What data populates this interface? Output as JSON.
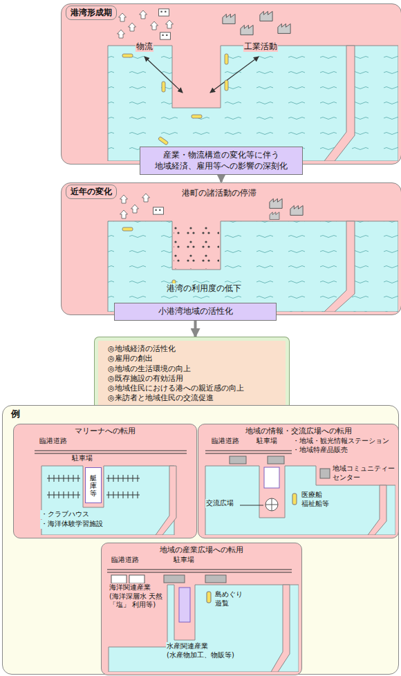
{
  "diagram": {
    "nodes": [
      {
        "text": [
          "港湾形成期"
        ]
      },
      {
        "text": [
          "産業・物流構造の変化等に伴う 地域経済、雇用等への影響の深刻化"
        ]
      },
      {
        "text": [
          "近年の変化"
        ]
      },
      {
        "text": [
          "小港湾地域の活性化"
        ]
      },
      {
        "text": [
          "◎地域経済の活性化",
          "◎雇用の創出",
          "◎地域の生活環境の向上",
          "◎既存施設の有効活用",
          "◎地域住民における港への親近感の向上",
          "◎来訪者と地域住民の交流促進"
        ]
      },
      {
        "text": [
          "例"
        ]
      },
      {
        "text": [
          "マリーナへの転用"
        ],
        "in": 5
      },
      {
        "text": [
          "艇庫等"
        ],
        "in": 6
      },
      {
        "text": [
          "地域の情報・交流広場への転用"
        ],
        "in": 5
      },
      {
        "text": [
          "地域の産業広場への転用"
        ],
        "in": 5
      }
    ],
    "edges": [
      {
        "from": 1,
        "to": 2,
        "arrow": "to"
      },
      {
        "from": 3,
        "to": 4,
        "arrow": "to"
      }
    ],
    "labels": [
      "物流",
      "工業活動",
      "港町の諸活動の停滞",
      "港湾の利用度の低下",
      "臨港道路",
      "駐車場",
      "・クラブハウス",
      "・海洋体験学習施設",
      "臨港道路",
      "駐車場",
      "・地域・観光情報ステーション",
      "・地域特産品販売",
      "地域コミュニティー センター",
      "医療船 福祉船等",
      "交流広場",
      "臨港道路",
      "駐車場",
      "海洋関連産業 (海洋深層水 天然「塩」 利用等)",
      "島めぐり 遊覧",
      "水産関連産業 (水産物加工、物販等)"
    ]
  }
}
